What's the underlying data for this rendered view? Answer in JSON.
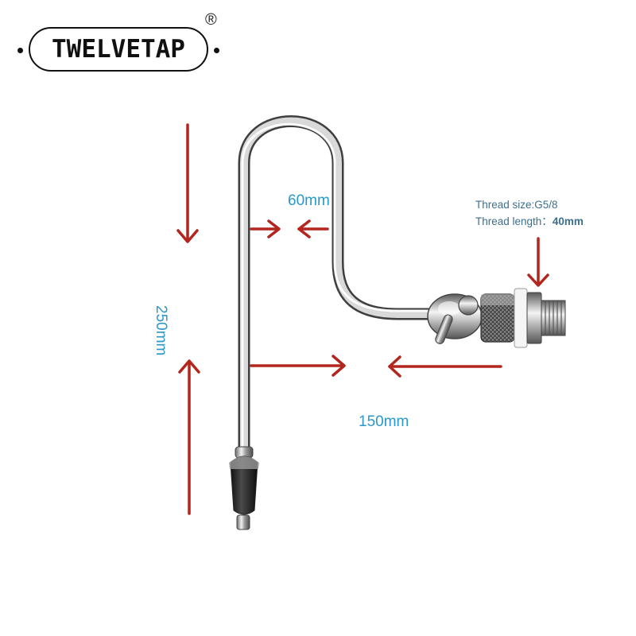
{
  "brand": {
    "name": "TWELVETAP",
    "registered_mark": "®"
  },
  "dimensions": {
    "height": "250mm",
    "gap": "60mm",
    "reach": "150mm"
  },
  "thread_info": {
    "size_label": "Thread size:",
    "size_value": "G5/8",
    "length_label": "Thread length：",
    "length_value": "40mm"
  },
  "colors": {
    "arrow": "#b3261e",
    "dimension_text": "#2a98c9",
    "thread_text": "#3d6f8c"
  }
}
